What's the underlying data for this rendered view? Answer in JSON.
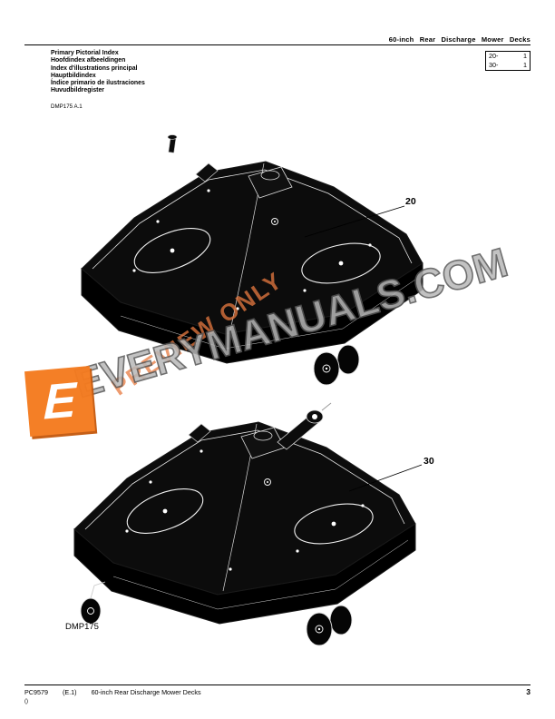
{
  "header": {
    "title": "60-inch Rear Discharge Mower Decks"
  },
  "index": {
    "titles": [
      "Primary Pictorial Index",
      "Hoofdindex afbeeldingen",
      "Index d'illustrations principal",
      "Hauptbildindex",
      "Índice primario de ilustraciones",
      "Huvudbildregister"
    ],
    "ref": "DMP175 A.1"
  },
  "page_table": {
    "rows": [
      {
        "item": "20-",
        "qty": "1"
      },
      {
        "item": "30-",
        "qty": "1"
      }
    ]
  },
  "figure": {
    "callouts": [
      {
        "label": "20"
      },
      {
        "label": "30"
      }
    ],
    "caption": "DMP175"
  },
  "watermark": {
    "brand": "EVERYMANUALS.COM",
    "preview": "PREVIEW ONLY",
    "logo_letter": "E",
    "accent_color": "#f47b20",
    "brand_color": "#b8b8b8"
  },
  "footer": {
    "doc_code": "PC9579",
    "edition": "(E.1)",
    "title": "60-inch Rear Discharge Mower Decks",
    "page_number": "3",
    "note": "()"
  }
}
